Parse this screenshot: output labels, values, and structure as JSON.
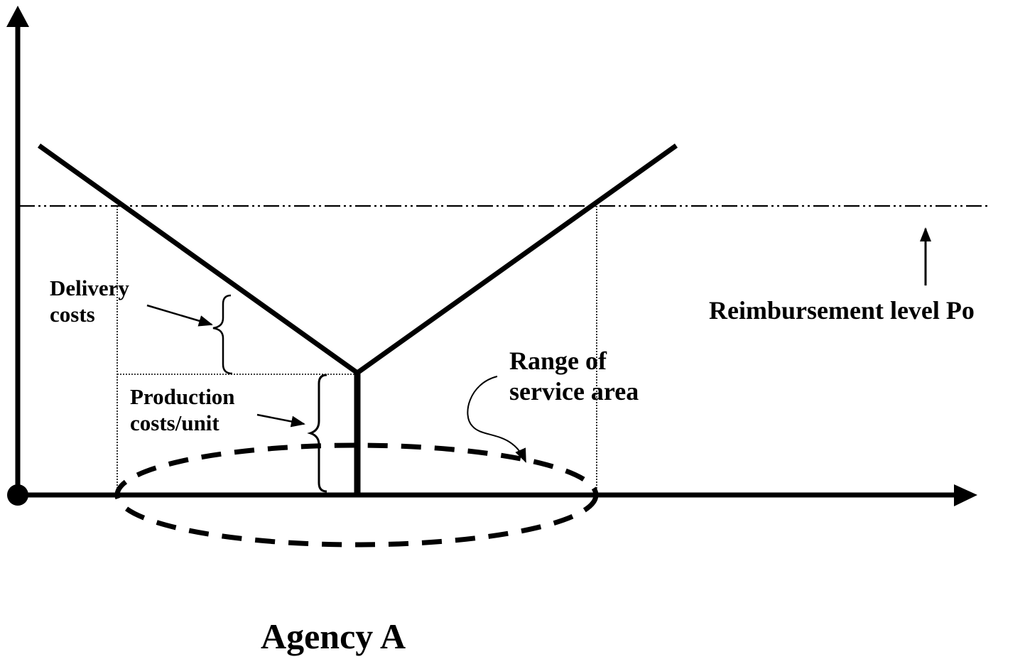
{
  "diagram": {
    "title": "Agency A",
    "labels": {
      "delivery_costs": [
        "Delivery",
        "costs"
      ],
      "production_costs": [
        "Production",
        "costs/unit"
      ],
      "range_of_service_area": [
        "Range of",
        "service area"
      ],
      "reimbursement_level": "Reimbursement level Po"
    },
    "elements": [
      {
        "id": "y-axis",
        "kind": "axis-arrow",
        "direction": "up"
      },
      {
        "id": "x-axis",
        "kind": "axis-arrow",
        "direction": "right"
      },
      {
        "id": "origin",
        "kind": "point"
      },
      {
        "id": "total-cost-curve",
        "kind": "v-shaped-line",
        "description": "cost rises with distance from agency location"
      },
      {
        "id": "production-cost-bar",
        "kind": "vertical-line",
        "description": "production cost per unit at agency location"
      },
      {
        "id": "reimbursement-line",
        "kind": "dash-dot-horizontal-line"
      },
      {
        "id": "service-area-ellipse",
        "kind": "dashed-ellipse"
      },
      {
        "id": "service-range-guides",
        "kind": "dotted-lines"
      },
      {
        "id": "delivery-brace",
        "kind": "curly-brace"
      },
      {
        "id": "production-brace",
        "kind": "curly-brace"
      }
    ],
    "colors": {
      "ink": "#000000",
      "background": "#ffffff"
    }
  }
}
